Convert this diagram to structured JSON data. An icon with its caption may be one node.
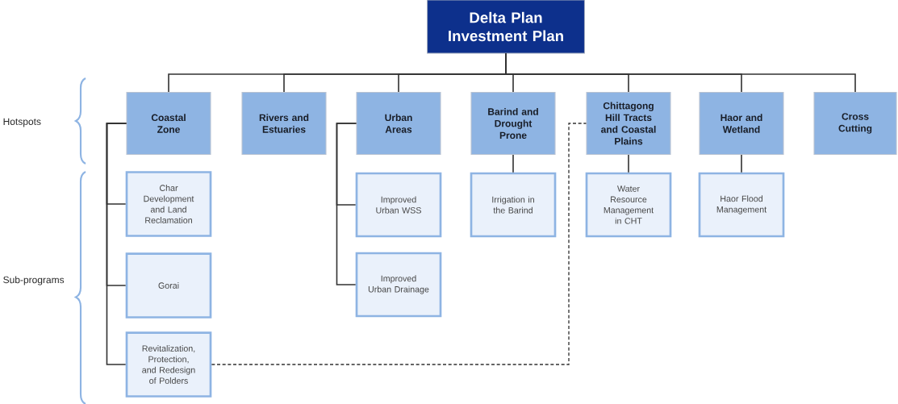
{
  "diagram": {
    "nodes": [
      {
        "text": [
          "Delta Plan Investment Plan"
        ]
      },
      {
        "text": [
          "Coastal Zone"
        ]
      },
      {
        "text": [
          "Rivers and Estuaries"
        ]
      },
      {
        "text": [
          "Urban Areas"
        ]
      },
      {
        "text": [
          "Barind and Drought Prone"
        ]
      },
      {
        "text": [
          "Chittagong Hill Tracts and Coastal Plains"
        ]
      },
      {
        "text": [
          "Haor and Wetland"
        ]
      },
      {
        "text": [
          "Cross Cutting"
        ]
      },
      {
        "text": [
          "Char Development and Land Reclamation"
        ]
      },
      {
        "text": [
          "Gorai"
        ]
      },
      {
        "text": [
          "Revitalization, Protection, and Redesign of Polders"
        ]
      },
      {
        "text": [
          "Improved Urban WSS"
        ]
      },
      {
        "text": [
          "Improved Urban Drainage"
        ]
      },
      {
        "text": [
          "Irrigation in the Barind"
        ]
      },
      {
        "text": [
          "Water Resource Management in CHT"
        ]
      },
      {
        "text": [
          "Haor Flood Management"
        ]
      }
    ],
    "edges": [
      {
        "from": 0,
        "to": 1,
        "arrow": "none"
      },
      {
        "from": 0,
        "to": 2,
        "arrow": "none"
      },
      {
        "from": 0,
        "to": 3,
        "arrow": "none"
      },
      {
        "from": 0,
        "to": 4,
        "arrow": "none"
      },
      {
        "from": 0,
        "to": 5,
        "arrow": "none"
      },
      {
        "from": 0,
        "to": 6,
        "arrow": "none"
      },
      {
        "from": 0,
        "to": 7,
        "arrow": "none"
      },
      {
        "from": 1,
        "to": 8,
        "arrow": "none"
      },
      {
        "from": 1,
        "to": 9,
        "arrow": "none"
      },
      {
        "from": 1,
        "to": 10,
        "arrow": "none"
      },
      {
        "from": 3,
        "to": 11,
        "arrow": "none"
      },
      {
        "from": 3,
        "to": 12,
        "arrow": "none"
      },
      {
        "from": 4,
        "to": 13,
        "arrow": "none"
      },
      {
        "from": 5,
        "to": 14,
        "arrow": "none"
      },
      {
        "from": 6,
        "to": 15,
        "arrow": "none"
      },
      {
        "from": 10,
        "to": 5,
        "arrow": "none",
        "style": "dashed"
      }
    ],
    "labels": [
      "Hotspots",
      "Sub-programs"
    ]
  }
}
